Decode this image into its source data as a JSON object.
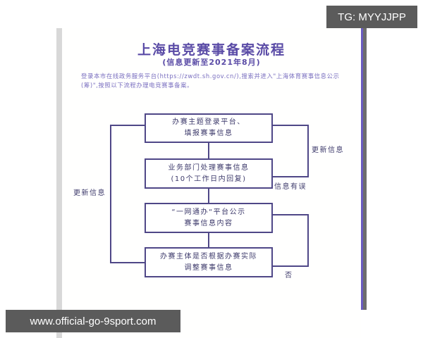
{
  "watermarks": {
    "top_right": "TG: MYYJJPP",
    "bottom_left": "www.official-go-9sport.com"
  },
  "document": {
    "title": "上海电竞赛事备案流程",
    "subtitle": "(信息更新至2021年8月)",
    "intro": "登录本市在线政务服务平台(https://zwdt.sh.gov.cn/),搜索并进入\"上海体育赛事信息公示(筹)\",按照以下流程办理电竞赛事备案。"
  },
  "flowchart": {
    "steps": [
      {
        "line1": "办赛主题登录平台、",
        "line2": "填报赛事信息"
      },
      {
        "line1": "业务部门处理赛事信息",
        "line2": "(10个工作日内回复)"
      },
      {
        "line1": "“一网通办“平台公示",
        "line2": "赛事信息内容"
      },
      {
        "line1": "办赛主体是否根据办赛实际",
        "line2": "调整赛事信息"
      }
    ],
    "labels": {
      "left_loop": "更新信息",
      "right_loop_top": "更新信息",
      "info_error": "信息有误",
      "no": "否"
    }
  },
  "colors": {
    "title": "#5a4ba6",
    "line": "#4f4787",
    "text": "#3d3a6b",
    "accent_bar": "#6a5bc0"
  }
}
